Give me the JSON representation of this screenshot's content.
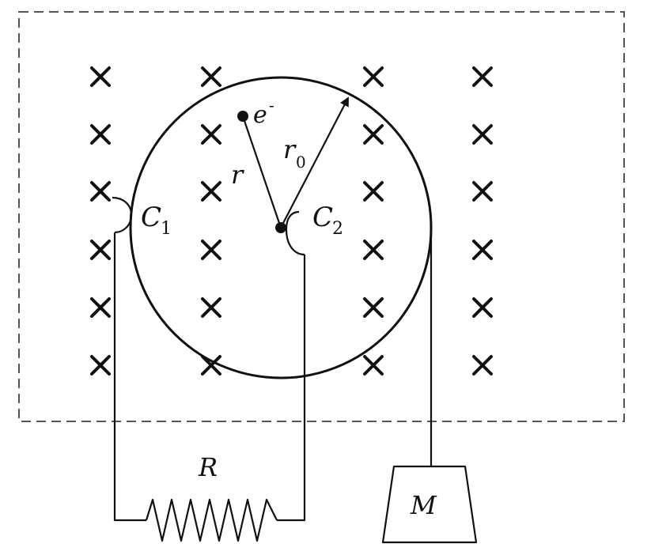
{
  "labels": {
    "electron": "e",
    "electron_sup": "-",
    "r": "r",
    "r0_main": "r",
    "r0_sub": "0",
    "c1_main": "C",
    "c1_sub": "1",
    "c2_main": "C",
    "c2_sub": "2",
    "resistor": "R",
    "mass": "M"
  },
  "field": {
    "direction": "into-page",
    "symbol": "×"
  },
  "colors": {
    "ink": "#111111",
    "boundary": "#555555"
  }
}
